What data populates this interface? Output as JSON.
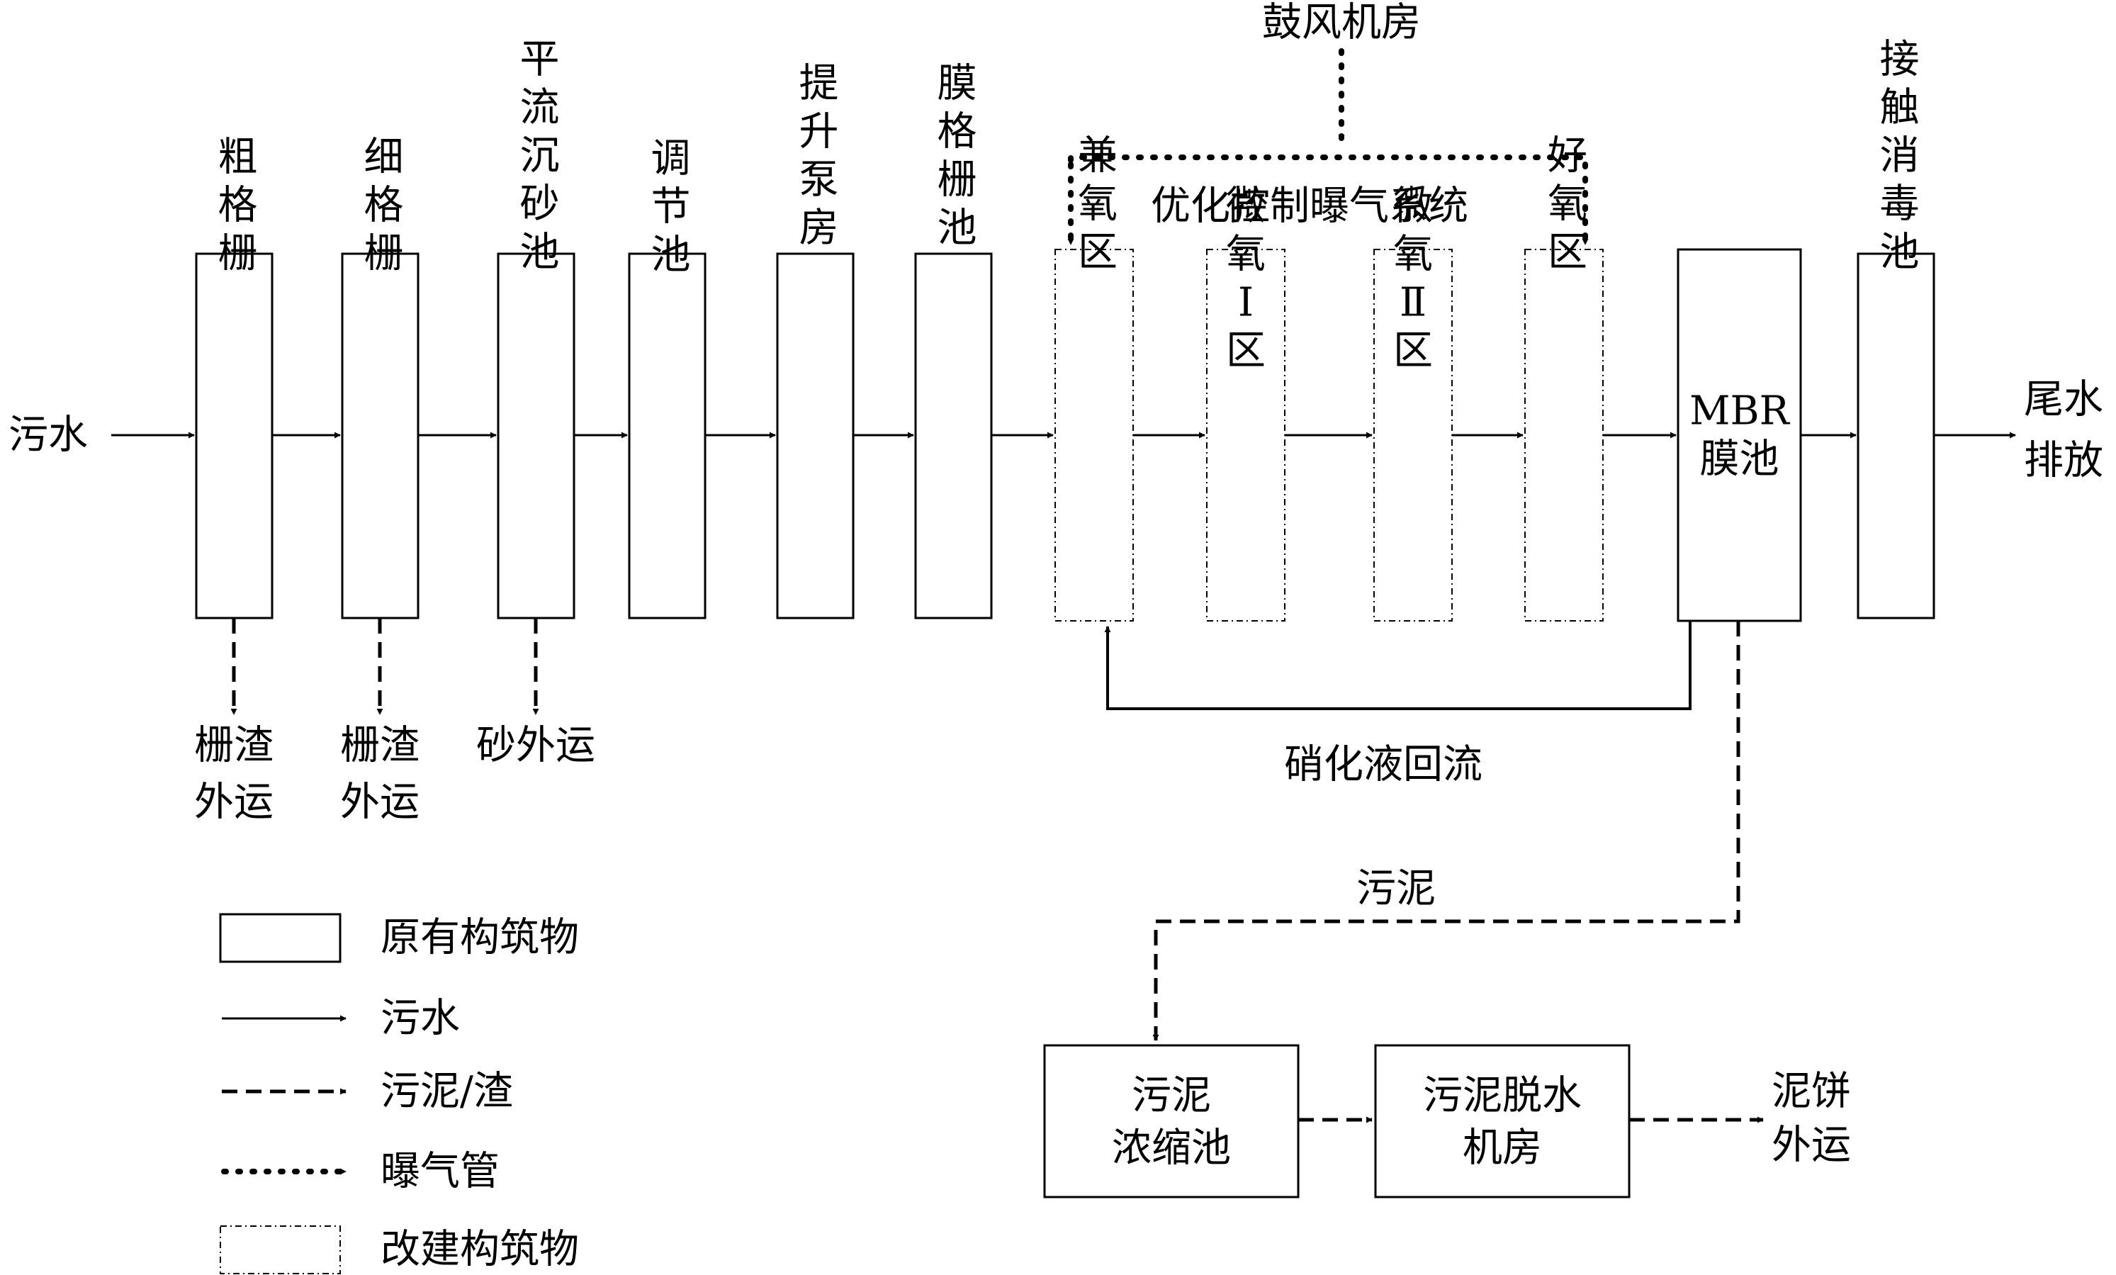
{
  "blower_room": "鼓风机房",
  "aeration_system": "优化控制曝气系统",
  "inlet": "污水",
  "outlet_lines": [
    "尾水",
    "排放"
  ],
  "units": [
    {
      "id": "coarse-screen",
      "label": "粗格栅",
      "type": "original"
    },
    {
      "id": "fine-screen",
      "label": "细格栅",
      "type": "original"
    },
    {
      "id": "grit-chamber",
      "label": "平流沉砂池",
      "type": "original"
    },
    {
      "id": "equalization-tank",
      "label": "调节池",
      "type": "original"
    },
    {
      "id": "lift-pump-house",
      "label": "提升泵房",
      "type": "original"
    },
    {
      "id": "membrane-screen-tank",
      "label": "膜格栅池",
      "type": "original"
    },
    {
      "id": "facultative-zone",
      "label": "兼氧区",
      "type": "rebuilt"
    },
    {
      "id": "micro-aerobic-zone-1",
      "lines": [
        "微",
        "氧",
        "Ⅰ",
        "区"
      ],
      "type": "rebuilt"
    },
    {
      "id": "micro-aerobic-zone-2",
      "lines": [
        "微",
        "氧",
        "Ⅱ",
        "区"
      ],
      "type": "rebuilt"
    },
    {
      "id": "aerobic-zone",
      "label": "好氧区",
      "type": "rebuilt"
    },
    {
      "id": "mbr-tank",
      "lines": [
        "MBR",
        "膜池"
      ],
      "type": "original"
    },
    {
      "id": "contact-disinfection-tank",
      "label": "接触消毒池",
      "type": "original"
    }
  ],
  "byproducts": [
    {
      "lines": [
        "栅渣",
        "外运"
      ]
    },
    {
      "lines": [
        "栅渣",
        "外运"
      ]
    },
    {
      "lines": [
        "砂外运"
      ]
    }
  ],
  "recycle_label": "硝化液回流",
  "sludge_label": "污泥",
  "sludge_units": [
    {
      "lines": [
        "污泥",
        "浓缩池"
      ]
    },
    {
      "lines": [
        "污泥脱水",
        "机房"
      ]
    }
  ],
  "cake_lines": [
    "泥饼",
    "外运"
  ],
  "legend": [
    {
      "key": "original",
      "label": "原有构筑物"
    },
    {
      "key": "sewage",
      "label": "污水"
    },
    {
      "key": "sludge",
      "label": "污泥/渣"
    },
    {
      "key": "aeration",
      "label": "曝气管"
    },
    {
      "key": "rebuilt",
      "label": "改建构筑物"
    }
  ],
  "colors": {
    "line": "#000000",
    "background": "#ffffff"
  }
}
